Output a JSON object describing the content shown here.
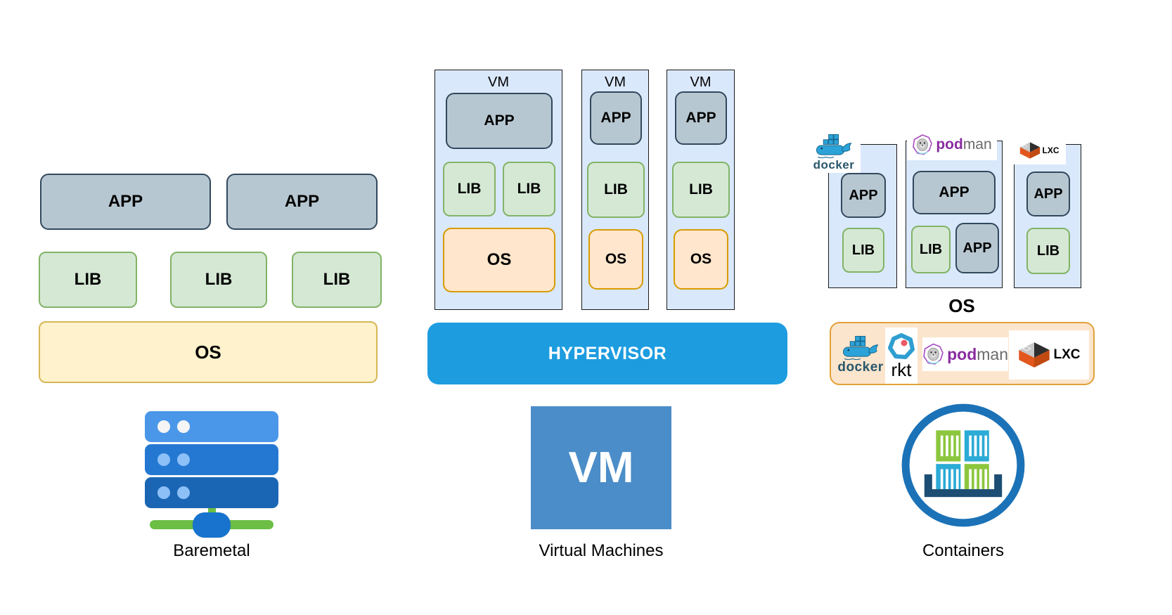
{
  "sections": {
    "baremetal": {
      "label": "Baremetal",
      "apps": [
        "APP",
        "APP"
      ],
      "libs": [
        "LIB",
        "LIB",
        "LIB"
      ],
      "os": "OS"
    },
    "virtual_machines": {
      "label": "Virtual Machines",
      "hypervisor": "HYPERVISOR",
      "vm_badge": "VM",
      "vms": [
        {
          "title": "VM",
          "apps": [
            "APP"
          ],
          "libs": [
            "LIB",
            "LIB"
          ],
          "os": "OS"
        },
        {
          "title": "VM",
          "apps": [
            "APP"
          ],
          "libs": [
            "LIB"
          ],
          "os": "OS"
        },
        {
          "title": "VM",
          "apps": [
            "APP"
          ],
          "libs": [
            "LIB"
          ],
          "os": "OS"
        }
      ]
    },
    "containers": {
      "label": "Containers",
      "os_heading": "OS",
      "columns": [
        {
          "runtime": "docker",
          "apps": [
            "APP"
          ],
          "libs": [
            "LIB"
          ]
        },
        {
          "runtime_pod": "pod",
          "runtime_man": "man",
          "apps": [
            "APP",
            "APP"
          ],
          "libs": [
            "LIB"
          ]
        },
        {
          "runtime": "LXC",
          "apps": [
            "APP"
          ],
          "libs": [
            "LIB"
          ]
        }
      ],
      "os_bar": {
        "docker": "docker",
        "rkt": "rkt",
        "podman_pod": "pod",
        "podman_man": "man",
        "lxc": "LXC"
      }
    }
  },
  "colors": {
    "app_fill": "#B7C7D1",
    "app_border": "#31485C",
    "lib_fill": "#D5E8D4",
    "lib_border": "#82B366",
    "os_yellow_fill": "#FFF2CC",
    "os_yellow_border": "#D6B656",
    "os_peach_fill": "#FFE6CC",
    "os_peach_border": "#D79B00",
    "column_fill": "#DAE8FC",
    "hypervisor_fill": "#1D9CE0",
    "vm_square_fill": "#4B8DC8",
    "podman_purple": "#892CA0",
    "docker_blue": "#2BA3D8",
    "lxc_orange": "#E2571D",
    "containers_ring": "#1B72B7",
    "container_green": "#8CC63E",
    "container_cyan": "#2BABD6"
  }
}
